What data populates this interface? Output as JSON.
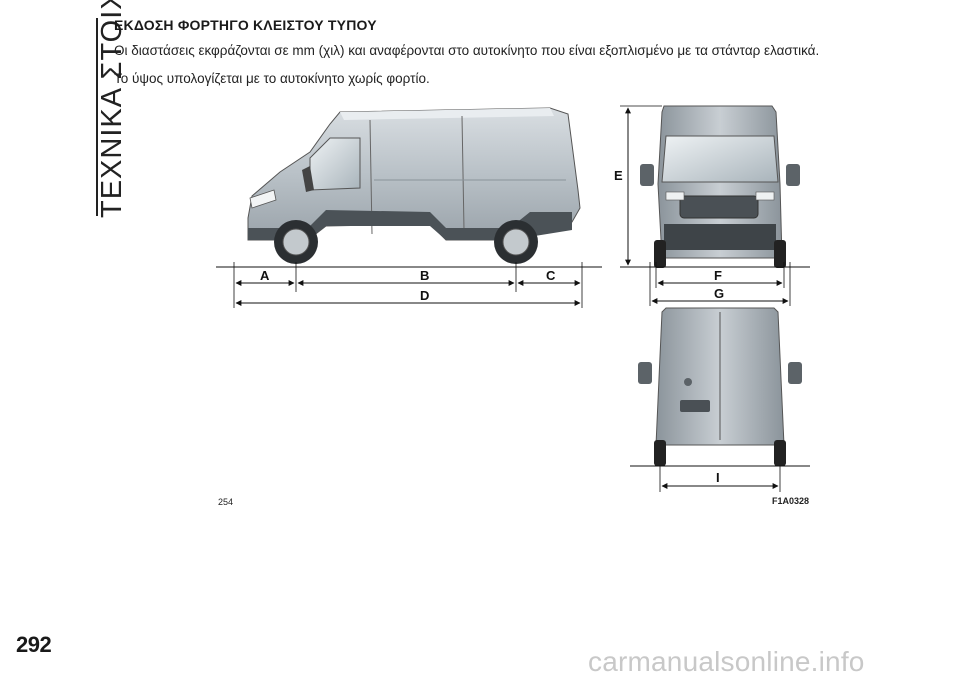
{
  "section_title": "ΤΕΧΝΙΚΑ ΣΤΟΙΧΕΙΑ",
  "heading": "ΕΚΔΟΣΗ ΦΟΡΤΗΓΟ ΚΛΕΙΣΤΟΥ ΤΥΠΟΥ",
  "paragraph_1": "Οι διαστάσεις εκφράζονται σε mm (χιλ) και αναφέρονται στο αυτοκίνητο που είναι εξοπλισμένο με τα στάνταρ ελαστικά.",
  "paragraph_2": "Το ύψος υπολογίζεται με το αυτοκίνητο χωρίς φορτίο.",
  "figure": {
    "number": "254",
    "code": "F1A0328",
    "dimension_labels": {
      "A": "A",
      "B": "B",
      "C": "C",
      "D": "D",
      "E": "E",
      "F": "F",
      "G": "G",
      "I": "I"
    }
  },
  "page_number": "292",
  "watermark": "carmanualsonline.info"
}
